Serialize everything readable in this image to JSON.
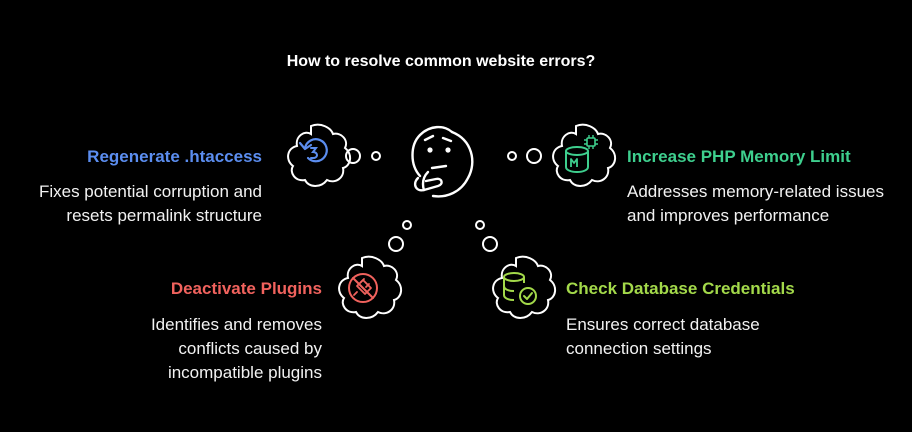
{
  "title": "How to resolve common website errors?",
  "items": [
    {
      "heading": "Regenerate .htaccess",
      "description": "Fixes potential corruption and resets permalink structure",
      "color": "#5b8def",
      "icon": "refresh-icon"
    },
    {
      "heading": "Increase PHP Memory Limit",
      "description": "Addresses memory-related issues and improves performance",
      "color": "#3ecf8e",
      "icon": "memory-chip-icon"
    },
    {
      "heading": "Deactivate Plugins",
      "description": "Identifies and removes conflicts caused by incompatible plugins",
      "color": "#f0625d",
      "icon": "plugin-off-icon"
    },
    {
      "heading": "Check Database Credentials",
      "description": "Ensures correct database connection settings",
      "color": "#a3d94a",
      "icon": "database-check-icon"
    }
  ],
  "center_icon": "thinking-face-icon"
}
